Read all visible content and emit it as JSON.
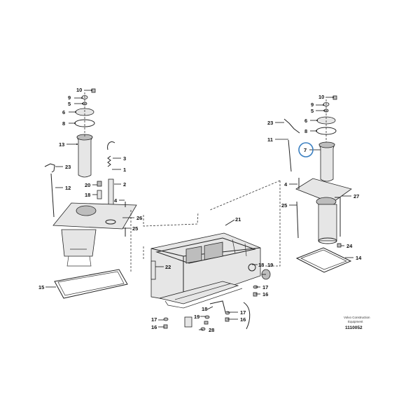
{
  "labels": {
    "l10a": "10",
    "l9a": "9",
    "l5a": "5",
    "l6a": "6",
    "l8a": "8",
    "l13": "13",
    "l23a": "23",
    "l12": "12",
    "l3": "3",
    "l1": "1",
    "l2": "2",
    "l20": "20",
    "l18a": "18",
    "l4a": "4",
    "l26": "26",
    "l25a": "25",
    "l15": "15",
    "l10b": "10",
    "l9b": "9",
    "l5b": "5",
    "l6b": "6",
    "l8b": "8",
    "l23b": "23",
    "l11": "11",
    "l7": "7",
    "l4b": "4",
    "l27": "27",
    "l25b": "25",
    "l24": "24",
    "l14": "14",
    "l21": "21",
    "l22": "22",
    "l19a": "19",
    "l17a": "17",
    "l16a": "16",
    "l18b": "18",
    "l19b": "19",
    "l17b": "17",
    "l16b": "16",
    "l17c": "17",
    "l16c": "16",
    "l28": "28"
  },
  "footer": {
    "note_line1": "Volvo Construction",
    "note_line2": "Equipment",
    "doc_number": "1110052"
  },
  "highlight_color": "#3a7fc1"
}
